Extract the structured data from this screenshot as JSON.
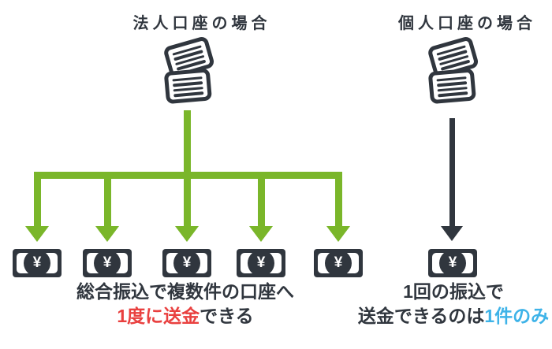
{
  "colors": {
    "dark": "#30363e",
    "green": "#7ab62a",
    "red": "#e9403f",
    "blue": "#3eb3e8",
    "background": "#ffffff"
  },
  "money": {
    "symbol": "¥"
  },
  "icons": {
    "document": "receipt-document-icon",
    "money": "banknote-yen-icon",
    "left_arrow": "green-branching-arrow",
    "right_arrow": "dark-single-arrow"
  },
  "left_column": {
    "title": "法人口座の場合",
    "recipient_count": 5,
    "caption_line1": "総合振込で複数件の口座へ",
    "caption_line2_highlight": "1度に送金",
    "caption_line2_rest": "できる"
  },
  "right_column": {
    "title": "個人口座の場合",
    "recipient_count": 1,
    "caption_line1": "1回の振込で",
    "caption_line2_start": "送金できるのは",
    "caption_line2_highlight": "1件のみ"
  }
}
